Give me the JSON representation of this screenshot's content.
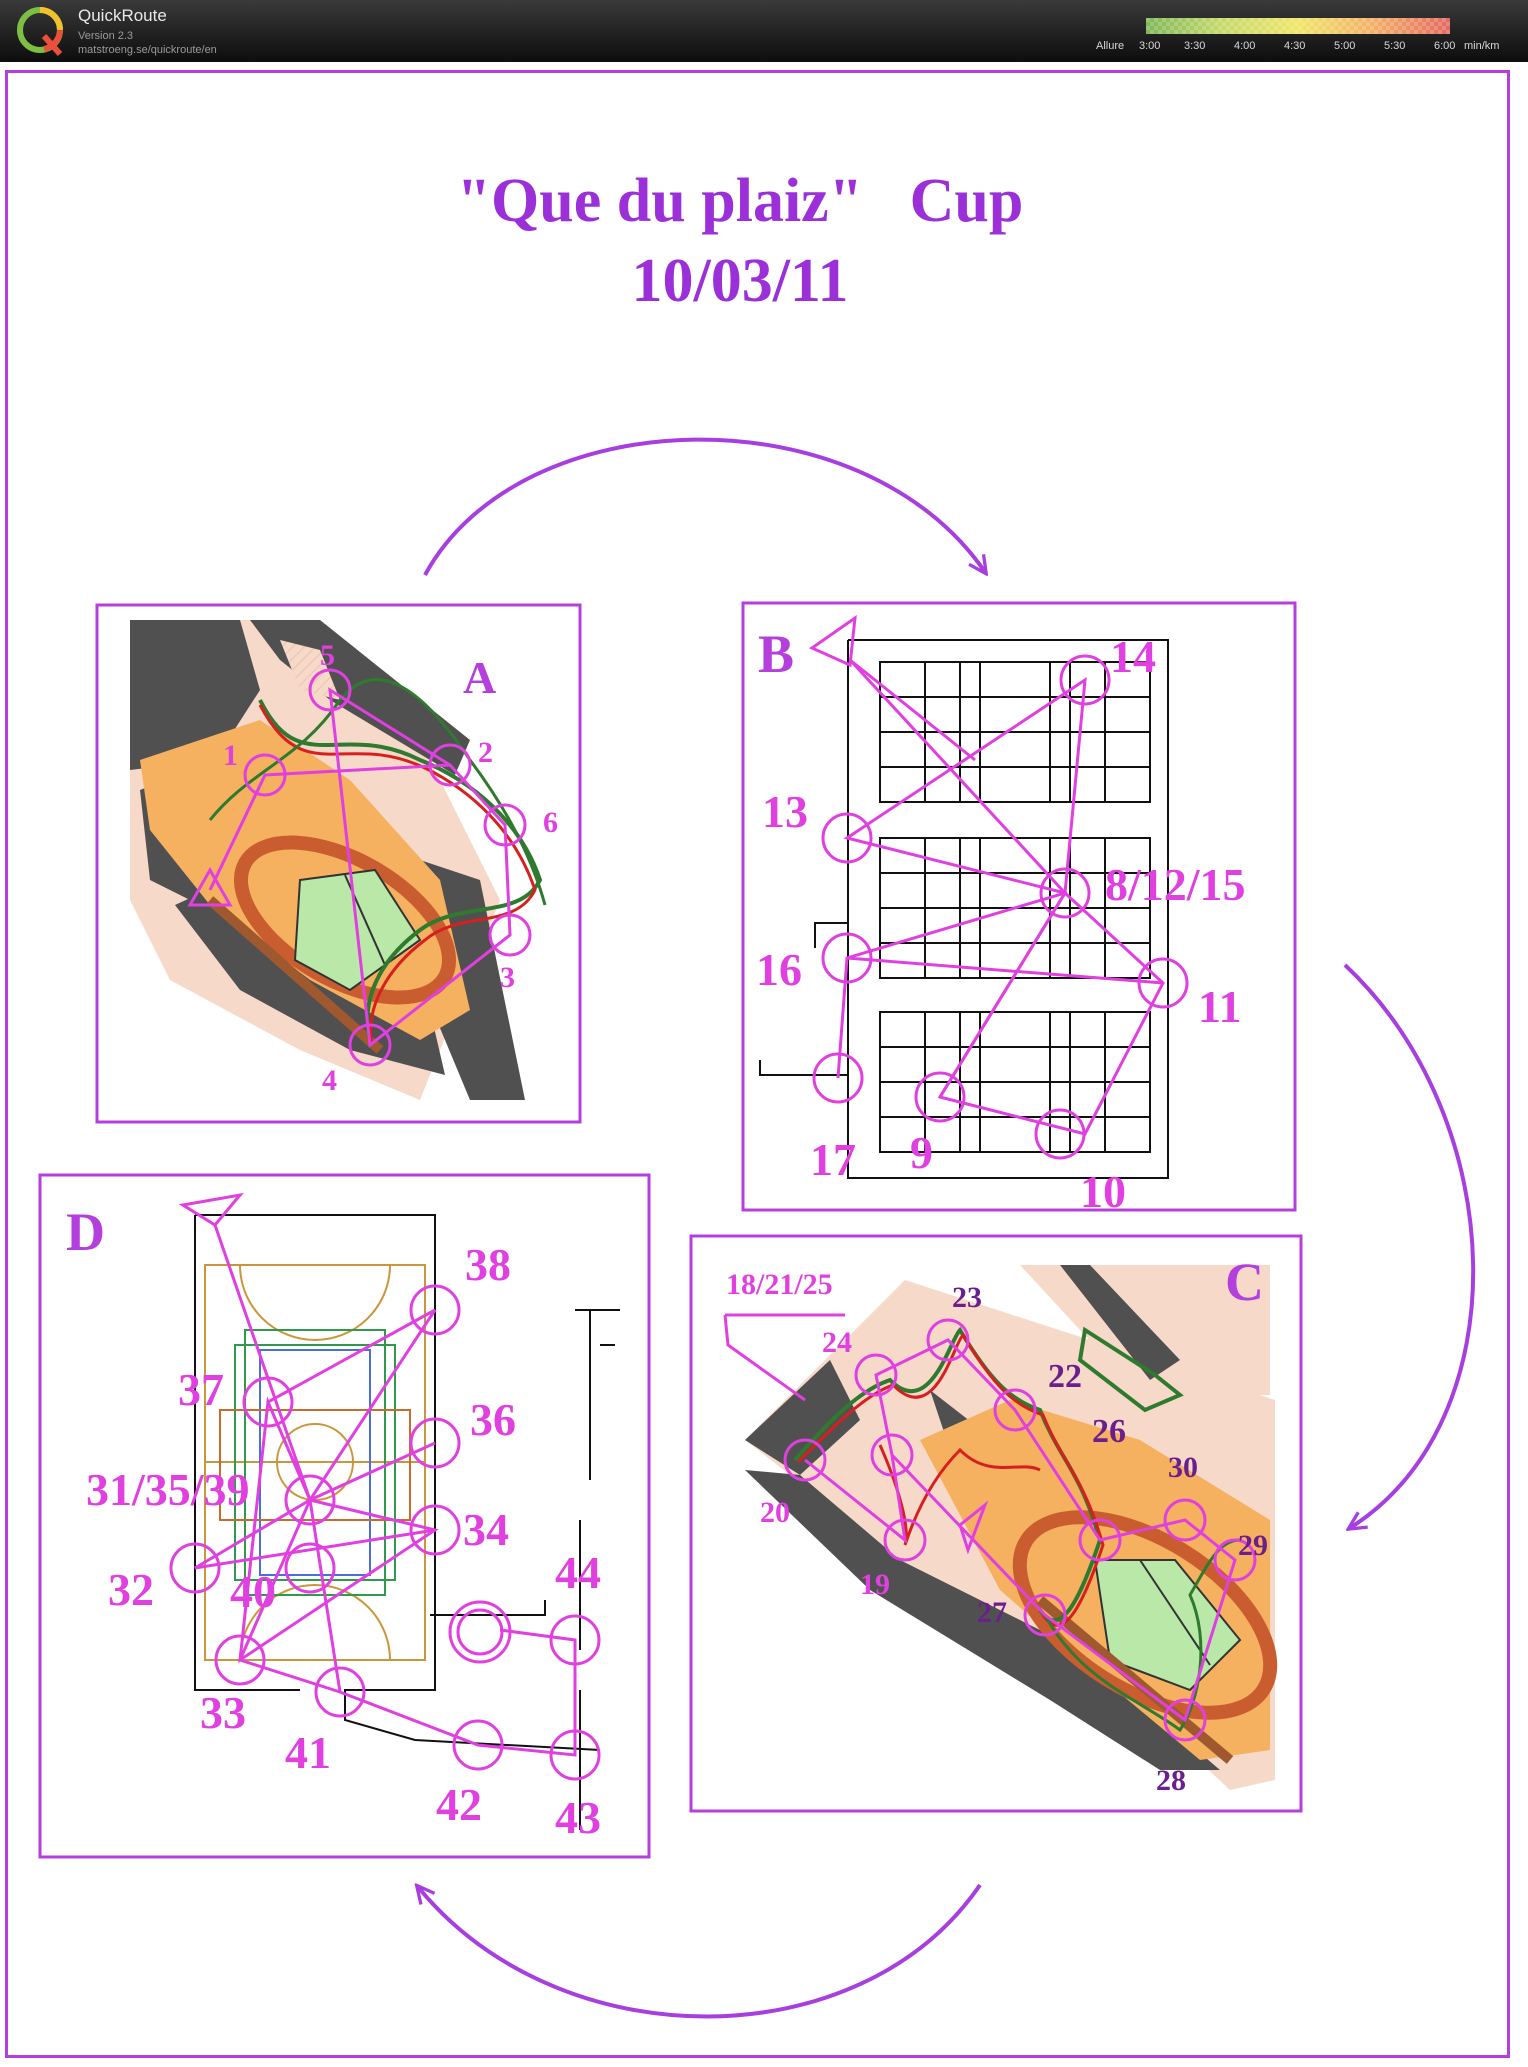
{
  "header": {
    "app_name": "QuickRoute",
    "app_version": "Version 2.3",
    "app_url": "matstroeng.se/quickroute/en",
    "logo_letter": "Q",
    "pace_scale": {
      "label": "Allure",
      "ticks": [
        "3:00",
        "3:30",
        "4:00",
        "4:30",
        "5:00",
        "5:30",
        "6:00"
      ],
      "unit": "min/km",
      "gradient_colors": [
        "#7fb85a",
        "#c7d96a",
        "#f0e66a",
        "#f2b068",
        "#e46a60"
      ]
    }
  },
  "title": {
    "line1_name": "\"Que du plaiz\"",
    "line1_suffix": "Cup",
    "line2": "10/03/11"
  },
  "colors": {
    "accent_purple": "#9b30d8",
    "course_magenta": "#e040e0",
    "frame_purple": "#b43fdc",
    "control_dark": "#6a1f8c",
    "route_red": "#d62020",
    "route_green": "#2f7a2f",
    "building_grey": "#505050",
    "paved_orange": "#f5b060",
    "open_pink": "#f7d9c9",
    "field_green": "#b9e8a8"
  },
  "maps": [
    {
      "letter": "A",
      "style": "outdoor",
      "controls": [
        "1",
        "2",
        "3",
        "4",
        "5",
        "6"
      ]
    },
    {
      "letter": "B",
      "style": "hall",
      "controls": [
        "8/12/15",
        "9",
        "10",
        "11",
        "13",
        "14",
        "16",
        "17"
      ]
    },
    {
      "letter": "C",
      "style": "outdoor",
      "controls": [
        "18/21/25",
        "19",
        "20",
        "22",
        "23",
        "24",
        "26",
        "27",
        "28",
        "29",
        "30"
      ]
    },
    {
      "letter": "D",
      "style": "hall",
      "controls": [
        "31/35/39",
        "32",
        "33",
        "34",
        "36",
        "37",
        "38",
        "40",
        "41",
        "42",
        "43",
        "44"
      ]
    }
  ]
}
